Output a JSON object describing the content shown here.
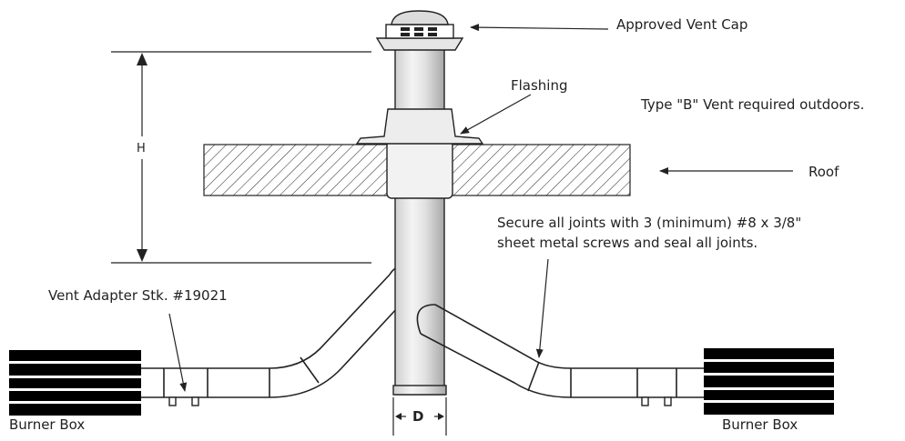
{
  "labels": {
    "vent_cap": "Approved Vent Cap",
    "flashing": "Flashing",
    "type_b_note": "Type \"B\" Vent required outdoors.",
    "roof": "Roof",
    "joints_line1": "Secure all joints with 3 (minimum) #8 x 3/8\"",
    "joints_line2": "sheet metal screws and seal all joints.",
    "vent_adapter": "Vent Adapter Stk. #19021",
    "burner_box_left": "Burner Box",
    "burner_box_right": "Burner Box",
    "height": "H",
    "diameter": "D"
  },
  "colors": {
    "line": "#222222",
    "fill": "#000000",
    "background": "#ffffff"
  }
}
